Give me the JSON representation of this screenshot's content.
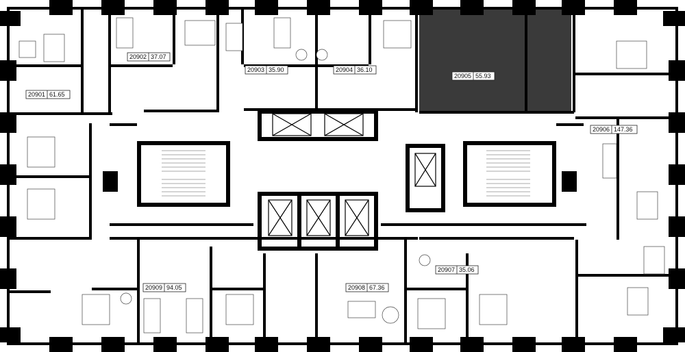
{
  "colors": {
    "wall": "#000000",
    "background": "#ffffff",
    "highlight": "#3a3a3a",
    "label_border": "#222222"
  },
  "units": [
    {
      "id": "20901",
      "area": "61.65"
    },
    {
      "id": "20902",
      "area": "37.07"
    },
    {
      "id": "20903",
      "area": "35.90"
    },
    {
      "id": "20904",
      "area": "36.10"
    },
    {
      "id": "20905",
      "area": "55.93",
      "highlighted": true
    },
    {
      "id": "20906",
      "area": "147.36"
    },
    {
      "id": "20907",
      "area": "35.06"
    },
    {
      "id": "20908",
      "area": "67.36"
    },
    {
      "id": "20909",
      "area": "94.05"
    }
  ]
}
